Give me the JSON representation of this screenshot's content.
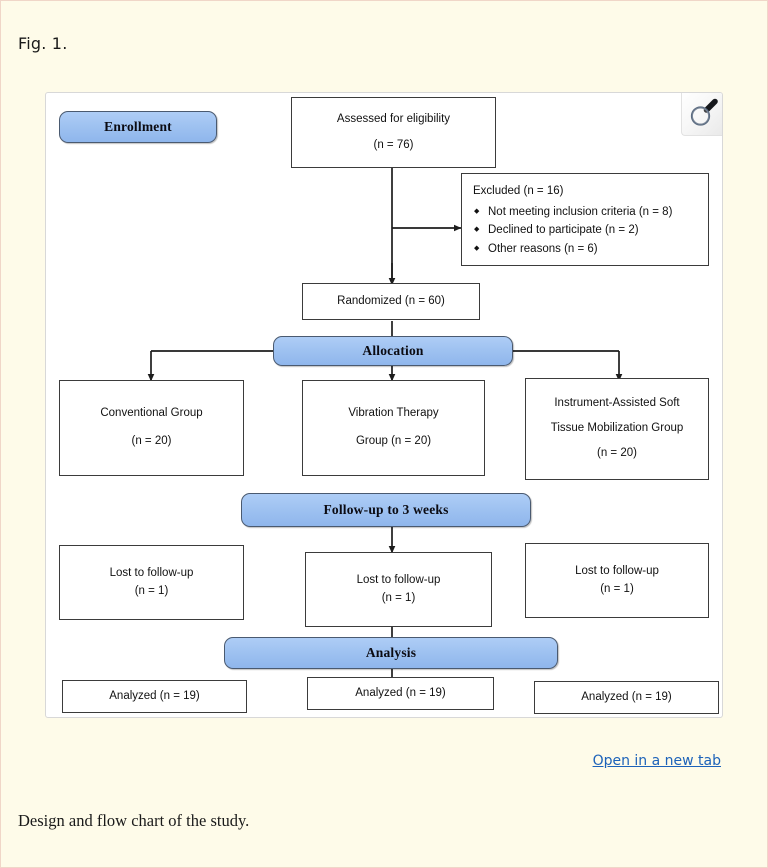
{
  "figure": {
    "label": "Fig. 1.",
    "caption": "Design and flow chart of the study.",
    "open_link": "Open in a new tab",
    "magnifier_icon": "magnifier-icon"
  },
  "colors": {
    "page_background": "#fefbe9",
    "page_border": "#f0d6c8",
    "panel_background": "#ffffff",
    "panel_border": "#d8d8d8",
    "badge_fill": "#9cc0f0",
    "badge_border": "#4a5a70",
    "node_border": "#3b3b3b",
    "link": "#1c62b9",
    "text": "#111111"
  },
  "chart_data": {
    "type": "diagram",
    "title": "Design and flow chart of the study.",
    "diagram_kind": "CONSORT participant flow chart",
    "stages": [
      {
        "name": "Enrollment",
        "label": "Enrollment"
      },
      {
        "name": "Allocation",
        "label": "Allocation"
      },
      {
        "name": "Follow-up",
        "label": "Follow-up to 3 weeks"
      },
      {
        "name": "Analysis",
        "label": "Analysis"
      }
    ],
    "nodes": [
      {
        "id": "assessed",
        "lines": [
          "Assessed for eligibility",
          "(n = 76)"
        ],
        "n": 76
      },
      {
        "id": "excluded",
        "title": "Excluded (n = 16)",
        "n": 16,
        "reasons": [
          "Not meeting inclusion criteria (n = 8)",
          "Declined to participate (n = 2)",
          "Other reasons (n = 6)"
        ]
      },
      {
        "id": "randomized",
        "lines": [
          "Randomized (n = 60)"
        ],
        "n": 60
      },
      {
        "id": "group-conventional",
        "lines": [
          "Conventional Group",
          "(n = 20)"
        ],
        "n": 20
      },
      {
        "id": "group-vibration",
        "lines": [
          "Vibration Therapy",
          "Group (n = 20)"
        ],
        "n": 20
      },
      {
        "id": "group-iastm",
        "lines": [
          "Instrument-Assisted Soft",
          "Tissue Mobilization Group",
          "(n = 20)"
        ],
        "n": 20
      },
      {
        "id": "lost-conventional",
        "lines": [
          "Lost to follow-up",
          "(n = 1)"
        ],
        "n": 1
      },
      {
        "id": "lost-vibration",
        "lines": [
          "Lost to follow-up",
          "(n = 1)"
        ],
        "n": 1
      },
      {
        "id": "lost-iastm",
        "lines": [
          "Lost to follow-up",
          "(n = 1)"
        ],
        "n": 1
      },
      {
        "id": "analyzed-conventional",
        "lines": [
          "Analyzed (n = 19)"
        ],
        "n": 19
      },
      {
        "id": "analyzed-vibration",
        "lines": [
          "Analyzed (n = 19)"
        ],
        "n": 19
      },
      {
        "id": "analyzed-iastm",
        "lines": [
          "Analyzed (n = 19)"
        ],
        "n": 19
      }
    ]
  },
  "flow": {
    "assessed": {
      "line1": "Assessed for eligibility",
      "line2": "(n = 76)"
    },
    "excluded": {
      "title": "Excluded (n = 16)",
      "reason1": "Not meeting inclusion criteria (n = 8)",
      "reason2": "Declined to participate (n = 2)",
      "reason3": "Other reasons (n = 6)"
    },
    "randomized": {
      "line1": "Randomized (n = 60)"
    },
    "groups": {
      "conventional": {
        "line1": "Conventional Group",
        "line2": "(n = 20)"
      },
      "vibration": {
        "line1": "Vibration Therapy",
        "line2": "Group (n = 20)"
      },
      "iastm": {
        "line1": "Instrument-Assisted Soft",
        "line2": "Tissue Mobilization Group",
        "line3": "(n = 20)"
      }
    },
    "lost": {
      "conventional": {
        "line1": "Lost to follow-up",
        "line2": "(n = 1)"
      },
      "vibration": {
        "line1": "Lost to follow-up",
        "line2": "(n = 1)"
      },
      "iastm": {
        "line1": "Lost to follow-up",
        "line2": "(n = 1)"
      }
    },
    "analyzed": {
      "conventional": {
        "line1": "Analyzed (n = 19)"
      },
      "vibration": {
        "line1": "Analyzed (n = 19)"
      },
      "iastm": {
        "line1": "Analyzed (n = 19)"
      }
    },
    "badges": {
      "enrollment": "Enrollment",
      "allocation": "Allocation",
      "followup": "Follow-up to 3 weeks",
      "analysis": "Analysis"
    }
  }
}
